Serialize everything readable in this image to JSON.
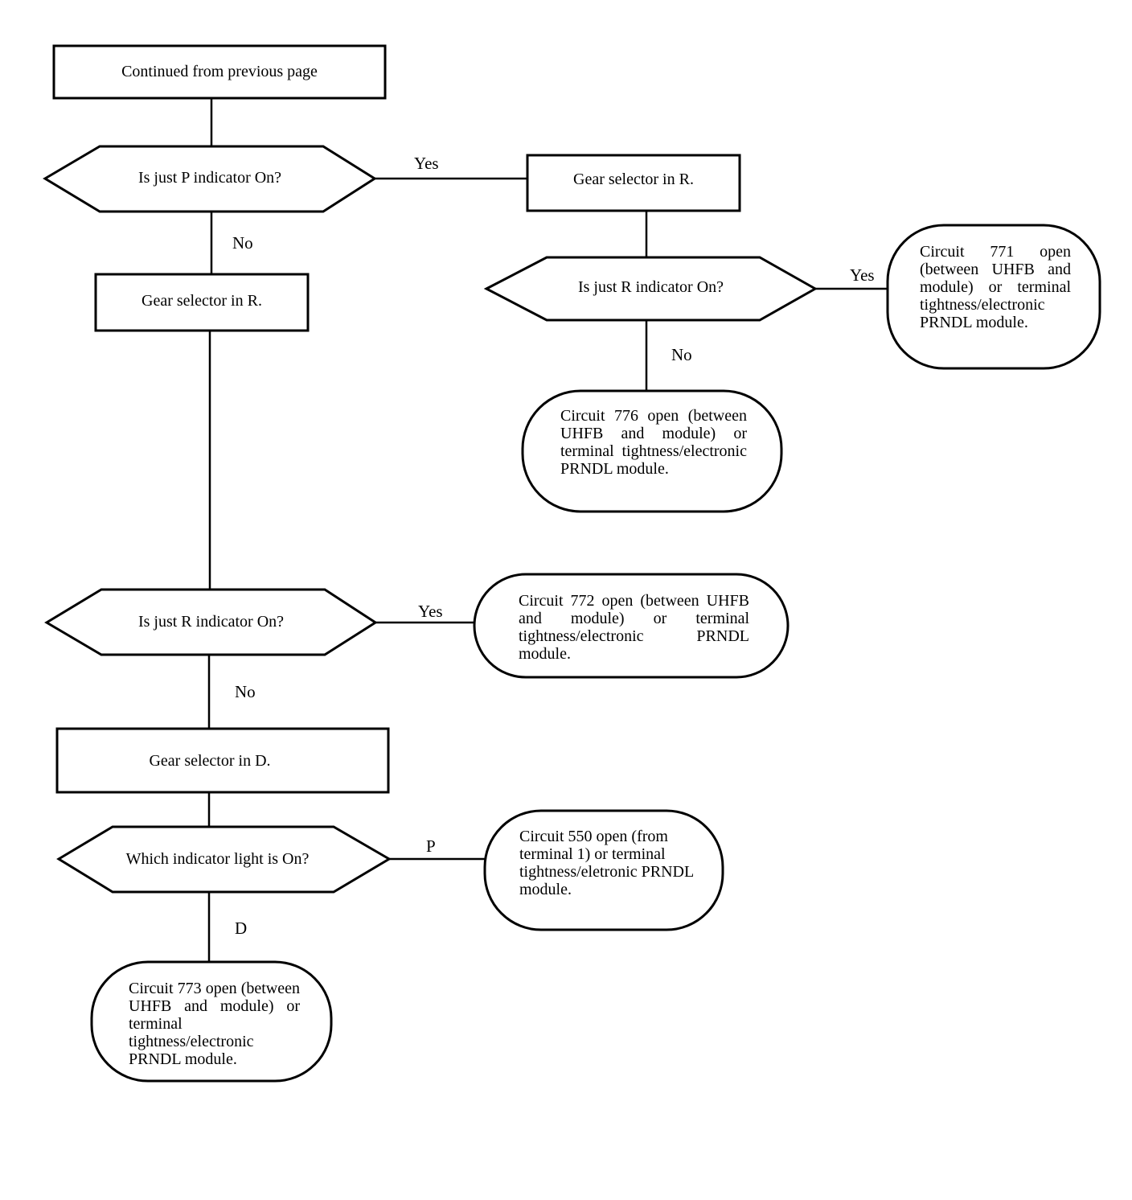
{
  "nodes": {
    "start": "Continued from previous page",
    "q_p_on": "Is just P indicator On?",
    "gear_r_right": "Gear selector in R.",
    "q_r_on_right": "Is just R indicator On?",
    "result_771": "Circuit 771 open (between UHFB and module) or terminal tightness/electronic PRNDL module.",
    "result_776": "Circuit 776 open (between UHFB and module) or terminal tightness/electronic PRNDL module.",
    "gear_r_left": "Gear selector in R.",
    "q_r_on_left": "Is just R indicator On?",
    "result_772": "Circuit 772 open (between UHFB and module) or terminal tightness/electronic PRNDL module.",
    "gear_d": "Gear selector in D.",
    "q_which": "Which indicator light is On?",
    "result_550": "Circuit 550 open (from terminal 1) or terminal tightness/eletronic PRNDL module.",
    "result_773": "Circuit 773 open (between UHFB and module) or terminal tightness/electronic PRNDL module."
  },
  "edges": {
    "p_yes": "Yes",
    "p_no": "No",
    "r_right_yes": "Yes",
    "r_right_no": "No",
    "r_left_yes": "Yes",
    "r_left_no": "No",
    "which_p": "P",
    "which_d": "D"
  }
}
